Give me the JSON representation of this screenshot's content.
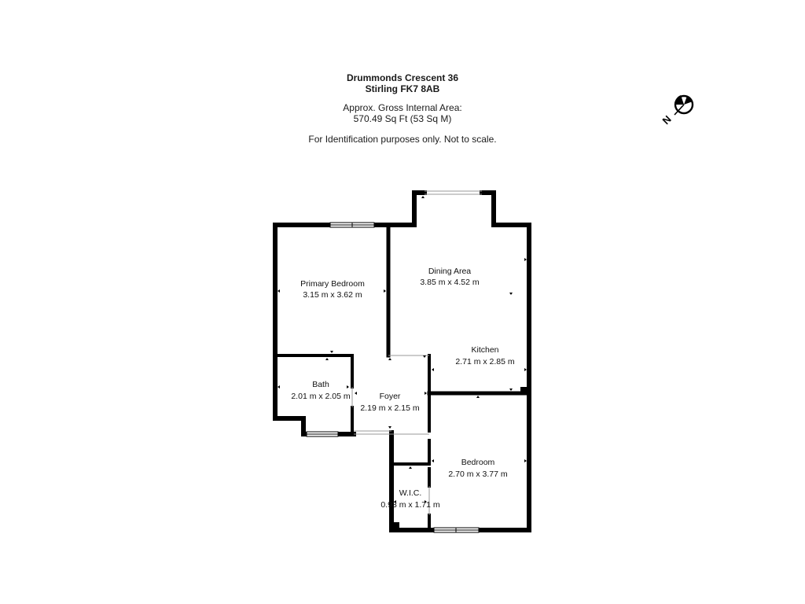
{
  "header": {
    "address_line1": "Drummonds Crescent 36",
    "address_line2": "Stirling FK7 8AB",
    "area_label": "Approx. Gross Internal Area:",
    "area_value": "570.49 Sq Ft (53 Sq M)",
    "disclaimer": "For Identification purposes only. Not to scale."
  },
  "compass": {
    "letter": "N",
    "icon": "compass-north-icon"
  },
  "rooms": {
    "dining": {
      "name": "Dining Area",
      "dims": "3.85 m x 4.52 m"
    },
    "primary_bedroom": {
      "name": "Primary Bedroom",
      "dims": "3.15 m x 3.62 m"
    },
    "kitchen": {
      "name": "Kitchen",
      "dims": "2.71 m x 2.85 m"
    },
    "bath": {
      "name": "Bath",
      "dims": "2.01 m x 2.05 m"
    },
    "foyer": {
      "name": "Foyer",
      "dims": "2.19 m x 2.15 m"
    },
    "bedroom": {
      "name": "Bedroom",
      "dims": "2.70 m x 3.77 m"
    },
    "wic": {
      "name": "W.I.C.",
      "dims": "0.93 m x 1.71 m"
    }
  },
  "colors": {
    "wall": "#000000",
    "background": "#ffffff",
    "text": "#1a1a1a"
  }
}
